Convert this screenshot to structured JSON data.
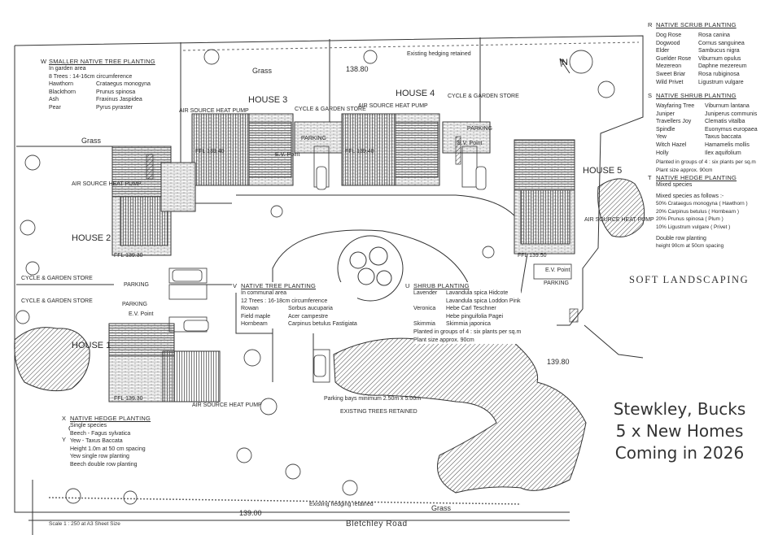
{
  "plan": {
    "road": "Bletchley Road",
    "scale": "Scale 1 : 250 at A3 Sheet Size",
    "existing_trees": "EXISTING TREES RETAINED",
    "existing_hedging_top": "Existing hedging retained",
    "existing_hedging_bottom": "Existing hedging retained",
    "parking_bays_note": "Parking bays minimum 2.50m x 5.00m",
    "levels": [
      "138.80",
      "139.80",
      "139.00"
    ],
    "grass": "Grass",
    "north": "N"
  },
  "houses": [
    {
      "name": "HOUSE 1",
      "ffl": "FFL 139.30"
    },
    {
      "name": "HOUSE 2",
      "ffl": "FFL 139.30"
    },
    {
      "name": "HOUSE 3",
      "ffl": "FFL 139.40"
    },
    {
      "name": "HOUSE 4",
      "ffl": "FFL 139.40"
    },
    {
      "name": "HOUSE 5",
      "ffl": "FFL 139.50"
    }
  ],
  "common_labels": {
    "parking": "PARKING",
    "ev_point": "E.V. Point",
    "store": "CYCLE & GARDEN STORE",
    "heat_pump": "AIR SOURCE HEAT PUMP"
  },
  "smaller_tree_planting": {
    "marker": "W",
    "title": "SMALLER NATIVE TREE PLANTING",
    "lines": [
      "In garden area",
      "8 Trees : 14-16cm circumference"
    ],
    "species": [
      [
        "Hawthorn",
        "Crataegus monogyna"
      ],
      [
        "Blackthorn",
        "Prunus spinosa"
      ],
      [
        "Ash",
        "Fraxinus Jaspidea"
      ],
      [
        "Pear",
        "Pyrus pyraster"
      ]
    ]
  },
  "native_tree_planting": {
    "marker": "V",
    "title": "NATIVE TREE PLANTING",
    "lines": [
      "In communal area",
      "12 Trees : 16-18cm circumference"
    ],
    "species": [
      [
        "Rowan",
        "Sorbus aucuparia"
      ],
      [
        "Field maple",
        "Acer campestre"
      ],
      [
        "Hornbeam",
        "Carpinus betulus Fastigiata"
      ]
    ]
  },
  "shrub_planting": {
    "marker": "U",
    "title": "SHRUB PLANTING",
    "species": [
      [
        "Lavender",
        "Lavandula spica Hidcote"
      ],
      [
        "",
        "Lavandula spica Loddon Pink"
      ],
      [
        "Veronica",
        "Hebe Carl Teschner"
      ],
      [
        "",
        "Hebe pinguifolia Pagei"
      ],
      [
        "Skimmia",
        "Skimmia japonica"
      ]
    ],
    "lines": [
      "Planted in groups of 4 : six plants per sq.m",
      "Plant size approx. 90cm"
    ]
  },
  "native_hedge_planting_left": {
    "marker_x": "X",
    "marker_y": "Y",
    "title": "NATIVE HEDGE PLANTING",
    "lines": [
      "Single species",
      "Beech - Fagus sylvatica",
      "Yew - Taxus Baccata",
      "Height 1.0m at 50 cm spacing",
      "Yew single row planting",
      "Beech double row planting"
    ]
  },
  "native_scrub_planting": {
    "marker": "R",
    "title": "NATIVE SCRUB PLANTING",
    "species": [
      [
        "Dog Rose",
        "Rosa canina"
      ],
      [
        "Dogwood",
        "Cornus sanguinea"
      ],
      [
        "Elder",
        "Sambucus nigra"
      ],
      [
        "Guelder Rose",
        "Viburnum opulus"
      ],
      [
        "Mezereon",
        "Daphne mezereum"
      ],
      [
        "Sweet Briar",
        "Rosa rubiginosa"
      ],
      [
        "Wild Privet",
        "Ligustrum vulgare"
      ]
    ]
  },
  "native_shrub_planting": {
    "marker": "S",
    "title": "NATIVE SHRUB PLANTING",
    "species": [
      [
        "Wayfaring Tree",
        "Viburnum lantana"
      ],
      [
        "Juniper",
        "Juniperus communis"
      ],
      [
        "Travellers Joy",
        "Clematis vitalba"
      ],
      [
        "Spindle",
        "Euonymus europaea"
      ],
      [
        "Yew",
        "Taxus baccata"
      ],
      [
        "Witch Hazel",
        "Hamamelis mollis"
      ],
      [
        "Holly",
        "Ilex aquifolium"
      ]
    ],
    "lines": [
      "Planted in groups of 4 : six plants per sq.m",
      "Plant size approx. 90cm"
    ]
  },
  "native_hedge_planting_right": {
    "marker": "T",
    "title": "NATIVE HEDGE PLANTING",
    "lines": [
      "Mixed species",
      "Mixed species as follows :-",
      "50% Crataegus monogyna ( Hawthorn )",
      "20% Carpinus betulus ( Hornbeam )",
      "20% Prunus spinosa ( Plum )",
      "10% Ligustrum vulgare ( Privet )",
      "Double row planting",
      "height 90cm at 50cm spacing"
    ]
  },
  "soft_landscaping": "SOFT LANDSCAPING",
  "promo": {
    "line1": "Stewkley, Bucks",
    "line2": "5 x New Homes",
    "line3": "Coming in 2026"
  }
}
